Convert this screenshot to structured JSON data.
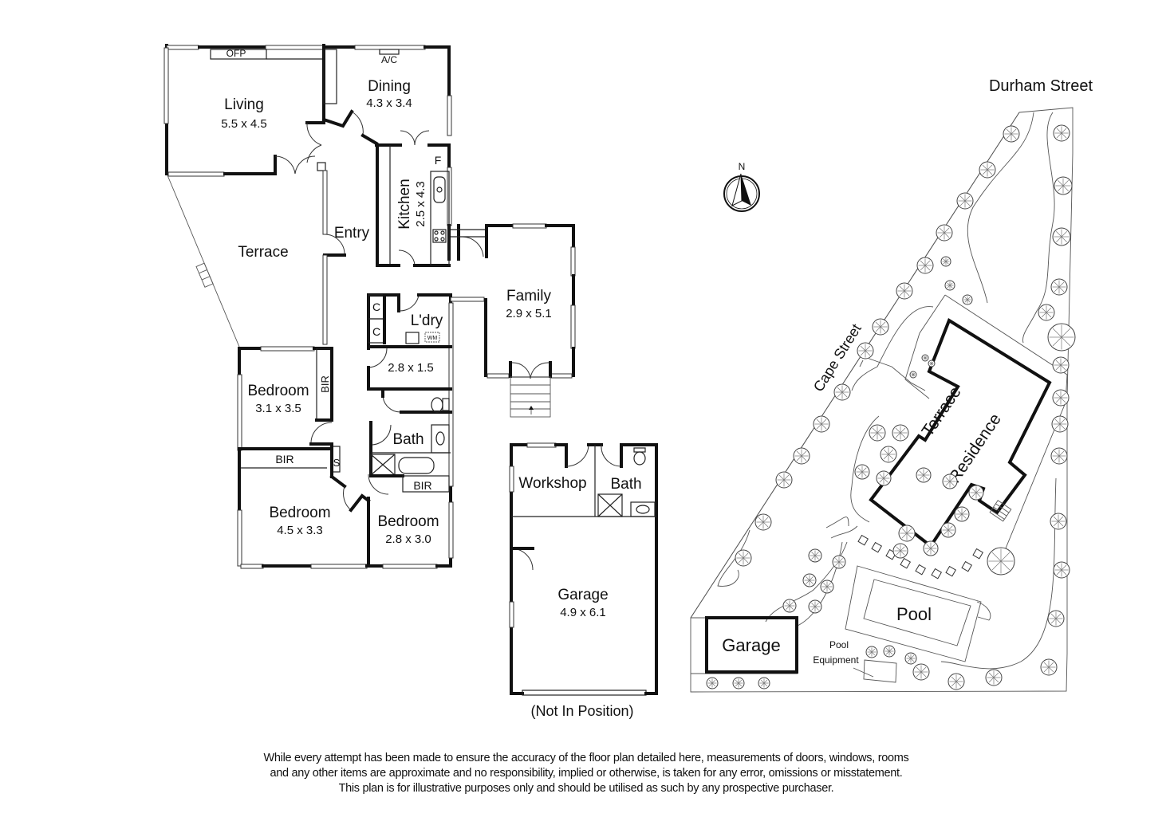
{
  "floor_plan": {
    "rooms": [
      {
        "id": "living",
        "name": "Living",
        "size": "5.5 x 4.5"
      },
      {
        "id": "dining",
        "name": "Dining",
        "size": "4.3 x 3.4"
      },
      {
        "id": "kitchen",
        "name": "Kitchen",
        "size": "2.5 x 4.3"
      },
      {
        "id": "entry",
        "name": "Entry",
        "size": ""
      },
      {
        "id": "terrace",
        "name": "Terrace",
        "size": ""
      },
      {
        "id": "family",
        "name": "Family",
        "size": "2.9 x 5.1"
      },
      {
        "id": "laundry",
        "name": "L'dry",
        "size": ""
      },
      {
        "id": "room-small",
        "name": "",
        "size": "2.8 x 1.5"
      },
      {
        "id": "bath",
        "name": "Bath",
        "size": ""
      },
      {
        "id": "bedroom1",
        "name": "Bedroom",
        "size": "3.1 x 3.5"
      },
      {
        "id": "bedroom2",
        "name": "Bedroom",
        "size": "4.5 x 3.3"
      },
      {
        "id": "bedroom3",
        "name": "Bedroom",
        "size": "2.8 x 3.0"
      },
      {
        "id": "workshop",
        "name": "Workshop",
        "size": ""
      },
      {
        "id": "garage-bath",
        "name": "Bath",
        "size": ""
      },
      {
        "id": "garage",
        "name": "Garage",
        "size": "4.9 x 6.1"
      }
    ],
    "fixtures": {
      "ofp": "OFP",
      "ac": "A/C",
      "fridge": "F",
      "cupboard1": "C",
      "cupboard2": "C",
      "washing_machine": "WM",
      "bir1": "BIR",
      "bir2": "BIR",
      "bir3": "BIR",
      "storage": "S"
    },
    "garage_note": "(Not In Position)"
  },
  "site_plan": {
    "compass": "N",
    "streets": {
      "north": "Durham Street",
      "west": "Cape Street"
    },
    "labels": {
      "terrace": "Terrace",
      "residence": "Residence",
      "pool": "Pool",
      "garage": "Garage",
      "pool_equipment_1": "Pool",
      "pool_equipment_2": "Equipment"
    }
  },
  "disclaimer": [
    "While every attempt has been made to ensure the accuracy of the floor plan detailed here, measurements of doors, windows, rooms",
    "and any other items are approximate and no responsibility, implied or otherwise, is taken for any error, omissions or misstatement.",
    "This plan is for illustrative purposes only and should be utilised as such by any prospective purchaser."
  ]
}
